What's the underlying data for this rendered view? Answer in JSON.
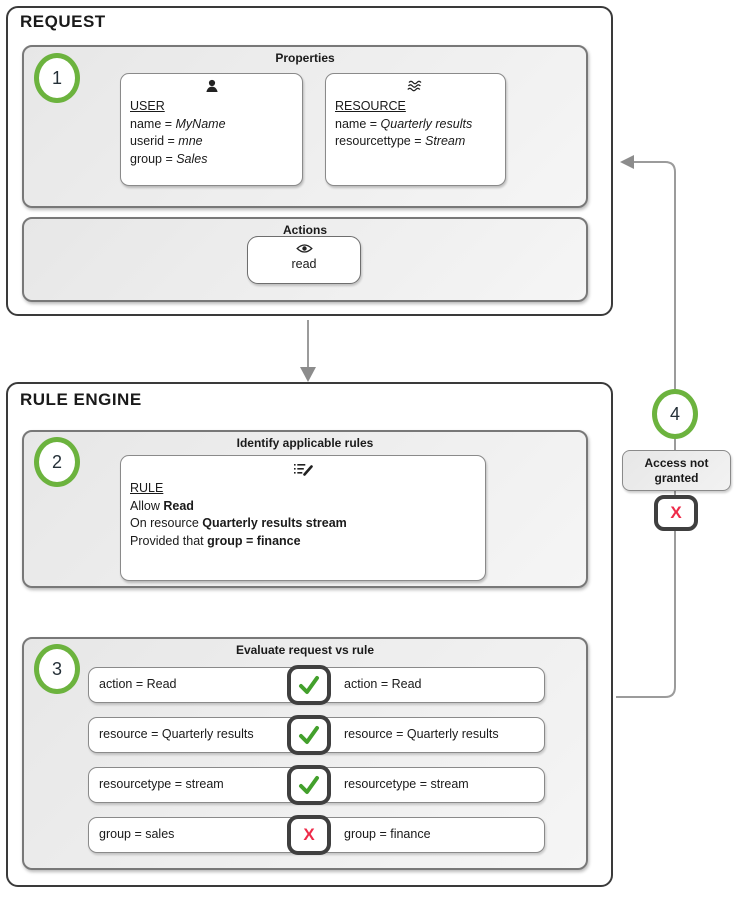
{
  "request": {
    "title": "REQUEST",
    "properties": {
      "header": "Properties",
      "step": "1",
      "user_card": {
        "title": "USER",
        "fields": [
          {
            "label": "name = ",
            "value": "MyName"
          },
          {
            "label": "userid = ",
            "value": "mne"
          },
          {
            "label": "group = ",
            "value": "Sales"
          }
        ]
      },
      "resource_card": {
        "title": "RESOURCE",
        "fields": [
          {
            "label": "name = ",
            "value": "Quarterly results"
          },
          {
            "label": "resourcettype = ",
            "value": "Stream"
          }
        ]
      }
    },
    "actions": {
      "header": "Actions",
      "action_label": "read"
    }
  },
  "rule_engine": {
    "title": "RULE ENGINE",
    "identify": {
      "header": "Identify applicable rules",
      "step": "2",
      "rule_card": {
        "title": "RULE",
        "lines": [
          {
            "prefix": "Allow ",
            "bold": "Read"
          },
          {
            "prefix": "On resource ",
            "bold": "Quarterly results stream"
          },
          {
            "prefix": "Provided that ",
            "bold": "group = finance"
          }
        ]
      }
    },
    "evaluate": {
      "header": "Evaluate request vs rule",
      "step": "3",
      "rows": [
        {
          "left": "action = Read",
          "result": "match",
          "right": "action = Read"
        },
        {
          "left": "resource = Quarterly results",
          "result": "match",
          "right": "resource = Quarterly results"
        },
        {
          "left": "resourcetype = stream",
          "result": "match",
          "right": "resourcetype = stream"
        },
        {
          "left": "group = sales",
          "result": "mismatch",
          "right": "group = finance"
        }
      ]
    }
  },
  "outcome": {
    "step": "4",
    "label": "Access not granted",
    "badge_glyph": "X"
  },
  "colors": {
    "step_green": "#6cb33e",
    "check_green": "#43a02c",
    "cross_red": "#ee2b49",
    "badge_border": "#3f3f3f",
    "connector_gray": "#9b9b9b"
  }
}
